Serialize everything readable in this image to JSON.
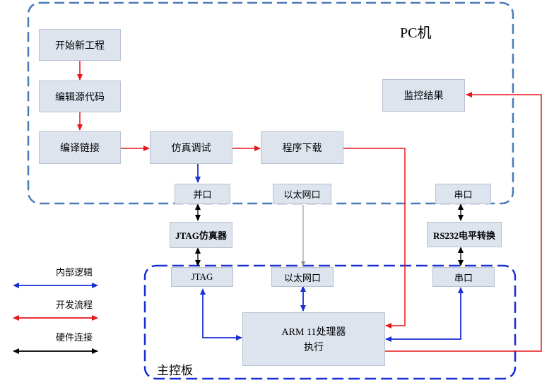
{
  "regions": {
    "pc": "PC机",
    "board": "主控板"
  },
  "boxes": {
    "new_project": "开始新工程",
    "edit_source": "编辑源代码",
    "compile_link": "编译链接",
    "sim_debug": "仿真调试",
    "download": "程序下载",
    "monitor": "监控结果",
    "parallel_port": "并口",
    "ethernet_pc": "以太网口",
    "serial_pc": "串口",
    "jtag_emulator": "JTAG仿真器",
    "rs232": "RS232电平转换",
    "jtag": "JTAG",
    "ethernet_board": "以太网口",
    "serial_board": "串口",
    "arm_line1": "ARM 11处理器",
    "arm_line2": "执行"
  },
  "legend": {
    "internal": "内部逻辑",
    "dev_flow": "开发流程",
    "hw_link": "硬件连接"
  },
  "colors": {
    "pc_border": "#4a7bb7",
    "board_border": "#1a2fd6",
    "box_fill": "#dde4ee",
    "internal_arrow": "#1a2fd6",
    "dev_arrow": "#e8141c",
    "hw_arrow": "#000000"
  }
}
